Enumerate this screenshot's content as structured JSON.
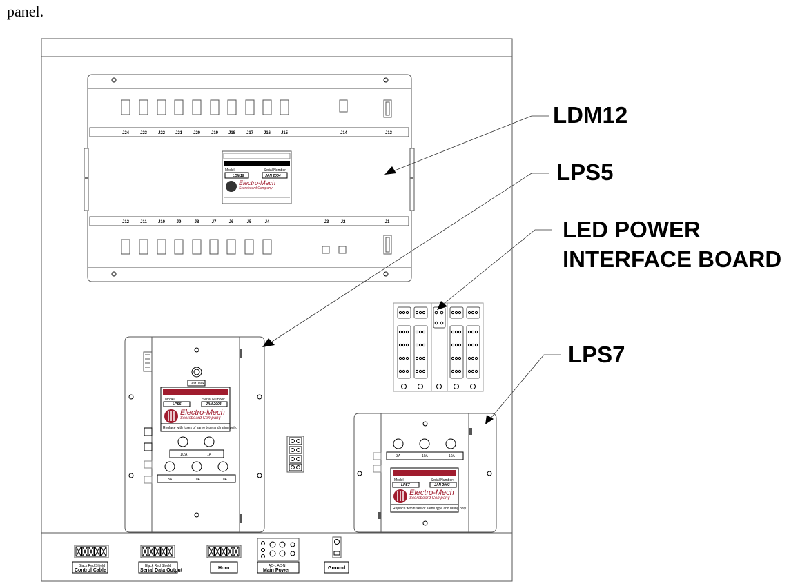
{
  "intro_text": "panel.",
  "callouts": {
    "ldm12": "LDM12",
    "lps5": "LPS5",
    "led_power_1": "LED POWER",
    "led_power_2": "INTERFACE BOARD",
    "lps7": "LPS7"
  },
  "ldm": {
    "top_connectors": [
      "J24",
      "J23",
      "J22",
      "J21",
      "J20",
      "J19",
      "J18",
      "J17",
      "J16",
      "J15",
      "J14",
      "J13"
    ],
    "bottom_connectors": [
      "J12",
      "J11",
      "J10",
      "J9",
      "J8",
      "J7",
      "J6",
      "J5",
      "J4",
      "J3",
      "J2",
      "J1"
    ],
    "label_model_caption": "Model:",
    "label_serial_caption": "Serial Number:",
    "model": "LDM18",
    "serial": "JAN 2004",
    "brand": "Electro-Mech",
    "brand_sub": "Scoreboard Company"
  },
  "lps5": {
    "test_jack": "Test Jack",
    "model_caption": "Model:",
    "serial_caption": "Serial Number:",
    "model": "LPS5",
    "serial": "JAN 2003",
    "brand": "Electro-Mech",
    "brand_sub": "Scoreboard Company",
    "replace_note": "Replace with fuses of same type and rating only.",
    "fuse_row1": [
      "1/2A",
      "1A"
    ],
    "fuse_row2": [
      "3A",
      "10A",
      "10A"
    ]
  },
  "lps7": {
    "model_caption": "Model:",
    "serial_caption": "Serial Number:",
    "model": "LPS7",
    "serial": "JAN 2003",
    "brand": "Electro-Mech",
    "brand_sub": "Scoreboard Company",
    "replace_note": "Replace with fuses of same type and rating only.",
    "fuse_row": [
      "3A",
      "10A",
      "10A"
    ]
  },
  "terminals": {
    "control_cable": "Control Cable",
    "control_cable_wires": "Black  Red  Shield",
    "serial_data": "Serial Data Output",
    "serial_data_wires": "Black  Red  Shield",
    "horn": "Horn",
    "main_power": "Main Power",
    "main_power_wires": "AC-L   AC-N",
    "ground": "Ground"
  }
}
